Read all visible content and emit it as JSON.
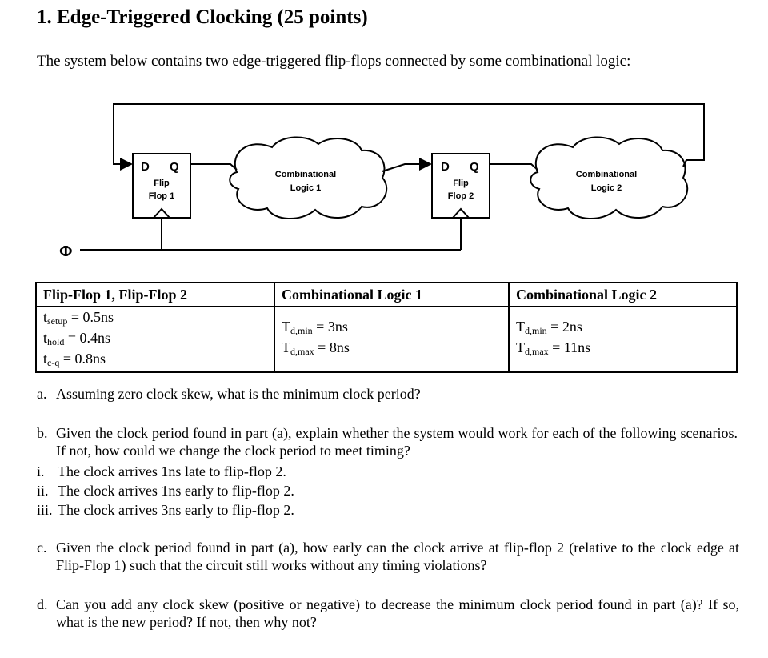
{
  "problem": {
    "heading": "1. Edge-Triggered Clocking (25 points)",
    "intro": "The system below contains two edge-triggered flip-flops connected by some combinational logic:"
  },
  "diagram": {
    "clock_symbol": "Φ",
    "ff1": {
      "d": "D",
      "q": "Q",
      "line1": "Flip",
      "line2": "Flop 1"
    },
    "ff2": {
      "d": "D",
      "q": "Q",
      "line1": "Flip",
      "line2": "Flop 2"
    },
    "cl1": {
      "line1": "Combinational",
      "line2": "Logic 1"
    },
    "cl2": {
      "line1": "Combinational",
      "line2": "Logic 2"
    }
  },
  "table": {
    "headers": [
      "Flip-Flop 1, Flip-Flop 2",
      "Combinational Logic 1",
      "Combinational Logic 2"
    ],
    "ff": [
      {
        "sym": "t",
        "sub": "setup",
        "val": " = 0.5ns"
      },
      {
        "sym": "t",
        "sub": "hold",
        "val": " = 0.4ns"
      },
      {
        "sym": "t",
        "sub": "c-q",
        "val": " = 0.8ns"
      }
    ],
    "cl1": [
      {
        "sym": "T",
        "sub": "d,min",
        "val": " = 3ns"
      },
      {
        "sym": "T",
        "sub": "d,max",
        "val": " = 8ns"
      }
    ],
    "cl2": [
      {
        "sym": "T",
        "sub": "d,min",
        "val": " = 2ns"
      },
      {
        "sym": "T",
        "sub": "d,max",
        "val": " = 11ns"
      }
    ]
  },
  "questions": {
    "a": {
      "label": "a.",
      "text": "Assuming zero clock skew, what is the minimum clock period?"
    },
    "b": {
      "label": "b.",
      "text": "Given the clock period found in part (a), explain whether the system would work for each of the following scenarios. If not, how could we change the clock period to meet timing?"
    },
    "b_items": [
      {
        "num": "i.",
        "text": "The clock arrives 1ns late to flip-flop 2."
      },
      {
        "num": "ii.",
        "text": "The clock arrives 1ns early to flip-flop 2."
      },
      {
        "num": "iii.",
        "text": "The clock arrives 3ns early to flip-flop 2."
      }
    ],
    "c": {
      "label": "c.",
      "text": "Given the clock period found in part (a), how early can the clock arrive at flip-flop 2 (relative to the clock edge at Flip-Flop 1) such that the circuit still works without any timing violations?"
    },
    "d": {
      "label": "d.",
      "text": "Can you add any clock skew (positive or negative) to decrease the minimum clock period found in part (a)? If so, what is the new period? If not, then why not?"
    }
  }
}
